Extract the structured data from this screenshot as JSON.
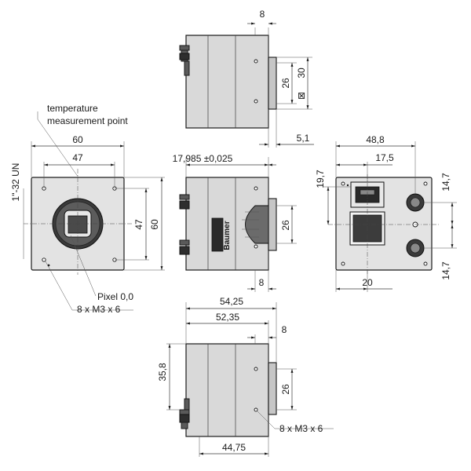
{
  "labels": {
    "temp_point_line1": "temperature",
    "temp_point_line2": "measurement point",
    "thread": "1\"-32 UN",
    "pixel": "Pixel 0,0",
    "mount_front": "8 x M3 x 6",
    "mount_bottom": "8 x M3 x 6",
    "brand": "Baumer"
  },
  "dimensions": {
    "front_width": "60",
    "front_hole_spacing_h": "47",
    "front_hole_spacing_v": "47",
    "front_height": "60",
    "top_flange": "8",
    "top_26": "26",
    "top_30": "30",
    "top_square": "⊠",
    "top_5_1": "5,1",
    "side_flange_dist": "17,985 ±0,025",
    "side_26": "26",
    "side_8": "8",
    "back_width": "48,8",
    "back_17_5": "17,5",
    "back_19_7": "19,7",
    "back_14_7_top": "14,7",
    "back_14_7_bottom": "14,7",
    "back_20": "20",
    "bottom_54_25": "54,25",
    "bottom_52_35": "52,35",
    "bottom_8": "8",
    "bottom_35_8": "35,8",
    "bottom_26": "26",
    "bottom_44_75": "44,75"
  }
}
